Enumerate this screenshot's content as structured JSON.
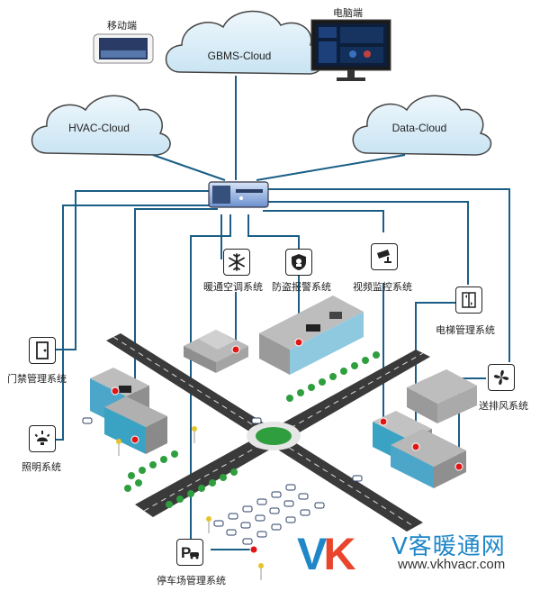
{
  "devices": {
    "mobile_label": "移动端",
    "desktop_label": "电脑端"
  },
  "clouds": {
    "gbms": "GBMS-Cloud",
    "hvac": "HVAC-Cloud",
    "data": "Data-Cloud"
  },
  "systems": {
    "hvac_system": "暖通空调系统",
    "security_alarm": "防盗报警系统",
    "video_monitoring": "视频监控系统",
    "elevator": "电梯管理系统",
    "access_control": "门禁管理系统",
    "ventilation": "送排风系统",
    "lighting": "照明系统",
    "parking": "停车场管理系统"
  },
  "watermark": {
    "logo_text": "VK",
    "brand_name": "V客暖通网",
    "url": "www.vkhvacr.com"
  },
  "colors": {
    "line": "#1a5e86",
    "cloud": "#d8ecf7",
    "node": "#e01616",
    "road": "#3a3a3a",
    "building_glass": "#3aa3c3",
    "logo_v": "#1f87c8",
    "logo_k": "#e8452c"
  }
}
